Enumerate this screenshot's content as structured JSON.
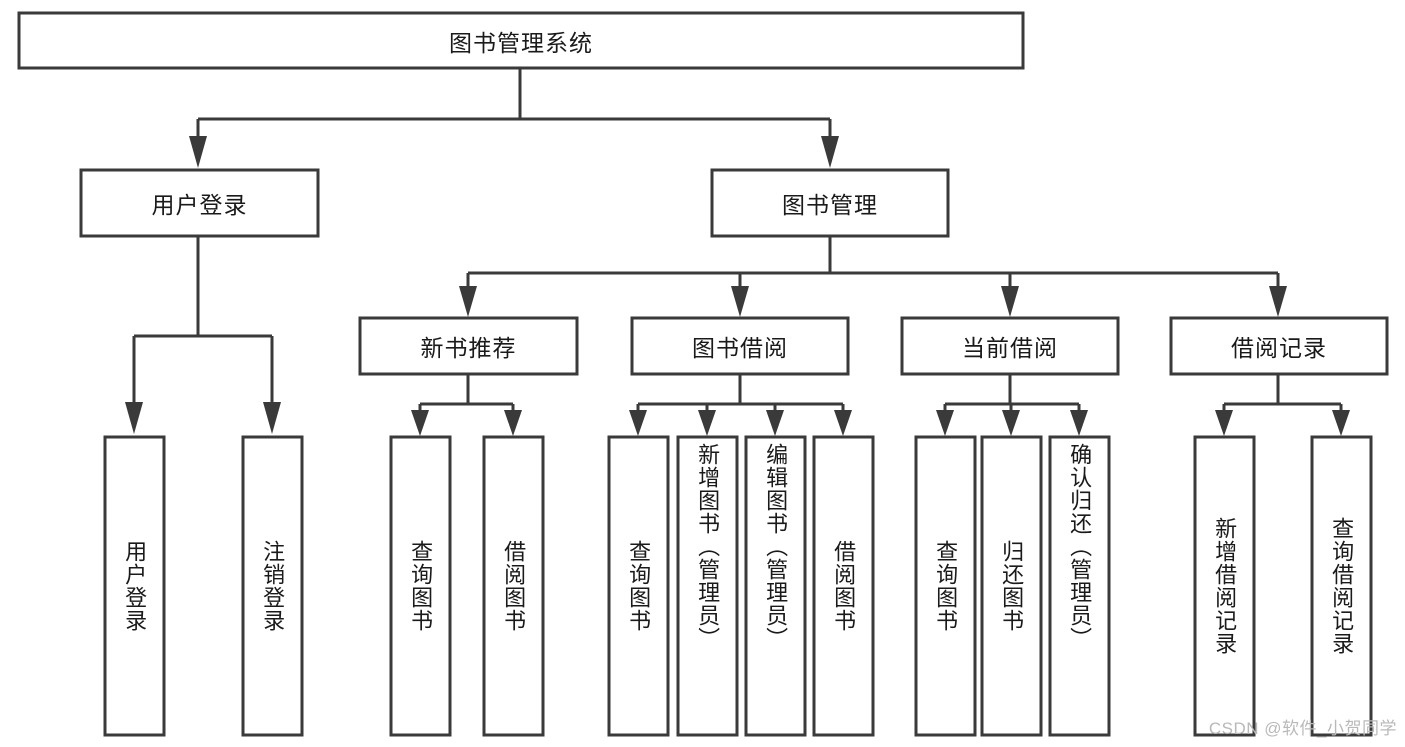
{
  "diagram": {
    "type": "tree",
    "title": "图书管理系统",
    "orientation": "top-down",
    "colors": {
      "box_stroke": "#3a3a3a",
      "box_fill": "#ffffff",
      "connector": "#3a3a3a",
      "text": "#1a1a1a",
      "background": "#ffffff",
      "watermark": "#b9b9b9"
    },
    "nodes": {
      "root": {
        "label": "图书管理系统",
        "level": 1,
        "text_direction": "horizontal"
      },
      "user_login": {
        "label": "用户登录",
        "level": 2,
        "text_direction": "horizontal"
      },
      "book_manage": {
        "label": "图书管理",
        "level": 2,
        "text_direction": "horizontal"
      },
      "new_book_rec": {
        "label": "新书推荐",
        "level": 3,
        "text_direction": "horizontal"
      },
      "book_borrow": {
        "label": "图书借阅",
        "level": 3,
        "text_direction": "horizontal"
      },
      "current_borrow": {
        "label": "当前借阅",
        "level": 3,
        "text_direction": "horizontal"
      },
      "borrow_record": {
        "label": "借阅记录",
        "level": 3,
        "text_direction": "horizontal"
      },
      "leaf_user_login": {
        "label": "用户登录",
        "level": 4,
        "text_direction": "vertical"
      },
      "leaf_logout": {
        "label": "注销登录",
        "level": 4,
        "text_direction": "vertical"
      },
      "leaf_query_book_1": {
        "label": "查询图书",
        "level": 4,
        "text_direction": "vertical"
      },
      "leaf_borrow_book_1": {
        "label": "借阅图书",
        "level": 4,
        "text_direction": "vertical"
      },
      "leaf_query_book_2": {
        "label": "查询图书",
        "level": 4,
        "text_direction": "vertical"
      },
      "leaf_add_book": {
        "label": "新增图书（管理员）",
        "level": 4,
        "text_direction": "vertical"
      },
      "leaf_edit_book": {
        "label": "编辑图书（管理员）",
        "level": 4,
        "text_direction": "vertical"
      },
      "leaf_borrow_book_2": {
        "label": "借阅图书",
        "level": 4,
        "text_direction": "vertical"
      },
      "leaf_query_book_3": {
        "label": "查询图书",
        "level": 4,
        "text_direction": "vertical"
      },
      "leaf_return_book": {
        "label": "归还图书",
        "level": 4,
        "text_direction": "vertical"
      },
      "leaf_confirm_return": {
        "label": "确认归还（管理员）",
        "level": 4,
        "text_direction": "vertical"
      },
      "leaf_add_record": {
        "label": "新增借阅记录",
        "level": 4,
        "text_direction": "vertical"
      },
      "leaf_query_record": {
        "label": "查询借阅记录",
        "level": 4,
        "text_direction": "vertical"
      }
    },
    "edges": [
      {
        "from": "root",
        "to": "user_login"
      },
      {
        "from": "root",
        "to": "book_manage"
      },
      {
        "from": "user_login",
        "to": "leaf_user_login"
      },
      {
        "from": "user_login",
        "to": "leaf_logout"
      },
      {
        "from": "book_manage",
        "to": "new_book_rec"
      },
      {
        "from": "book_manage",
        "to": "book_borrow"
      },
      {
        "from": "book_manage",
        "to": "current_borrow"
      },
      {
        "from": "book_manage",
        "to": "borrow_record"
      },
      {
        "from": "new_book_rec",
        "to": "leaf_query_book_1"
      },
      {
        "from": "new_book_rec",
        "to": "leaf_borrow_book_1"
      },
      {
        "from": "book_borrow",
        "to": "leaf_query_book_2"
      },
      {
        "from": "book_borrow",
        "to": "leaf_add_book"
      },
      {
        "from": "book_borrow",
        "to": "leaf_edit_book"
      },
      {
        "from": "book_borrow",
        "to": "leaf_borrow_book_2"
      },
      {
        "from": "current_borrow",
        "to": "leaf_query_book_3"
      },
      {
        "from": "current_borrow",
        "to": "leaf_return_book"
      },
      {
        "from": "current_borrow",
        "to": "leaf_confirm_return"
      },
      {
        "from": "borrow_record",
        "to": "leaf_add_record"
      },
      {
        "from": "borrow_record",
        "to": "leaf_query_record"
      }
    ]
  },
  "watermark": {
    "text": "CSDN @软件_小贺同学"
  }
}
